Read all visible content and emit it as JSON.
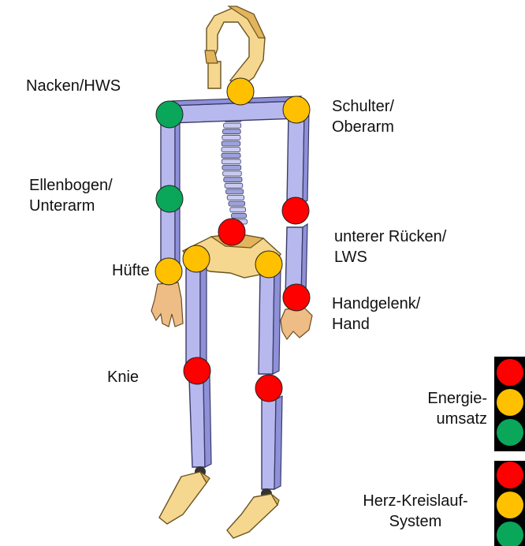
{
  "labels": {
    "nacken": "Nacken/HWS",
    "schulter_1": "Schulter/",
    "schulter_2": "Oberarm",
    "ellenbogen_1": "Ellenbogen/",
    "ellenbogen_2": "Unterarm",
    "ruecken_1": "unterer Rücken/",
    "ruecken_2": "LWS",
    "huefte": "Hüfte",
    "handgelenk_1": "Handgelenk/",
    "handgelenk_2": "Hand",
    "knie": "Knie"
  },
  "legend": {
    "energie_1": "Energie-",
    "energie_2": "umsatz",
    "herz_1": "Herz-Kreislauf-",
    "herz_2": "System"
  },
  "status_colors": {
    "green": "#0aa65a",
    "yellow": "#ffc000",
    "red": "#ff0000"
  },
  "joint_status": {
    "nacken_hws": "yellow",
    "schulter_left": "green",
    "schulter_right": "yellow",
    "ellenbogen_left": "green",
    "ellenbogen_right": "red",
    "unterer_ruecken": "red",
    "huefte_left": "yellow",
    "huefte_center_left": "yellow",
    "huefte_center_right": "yellow",
    "handgelenk": "red",
    "knie_left": "red",
    "knie_right": "red"
  },
  "traffic_lights": {
    "energieumsatz": [
      "red",
      "yellow",
      "green"
    ],
    "herz_kreislauf": [
      "red",
      "yellow",
      "green"
    ]
  }
}
